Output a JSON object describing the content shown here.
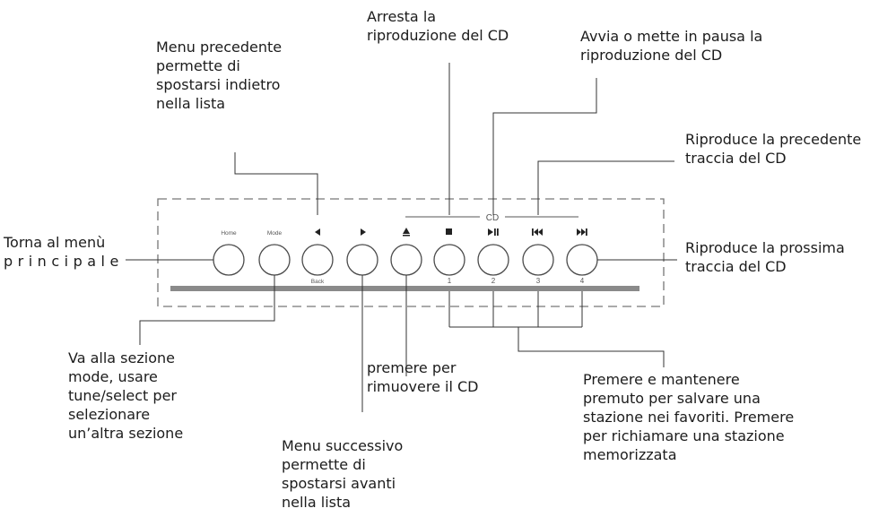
{
  "panel": {
    "cd_label": "CD",
    "buttons": [
      {
        "key": "home",
        "top_label": "Home",
        "bottom_label": ""
      },
      {
        "key": "mode",
        "top_label": "Mode",
        "bottom_label": ""
      },
      {
        "key": "prev",
        "top_icon": "triangle-left-icon",
        "bottom_label": "Back"
      },
      {
        "key": "next",
        "top_icon": "triangle-right-icon",
        "bottom_label": ""
      },
      {
        "key": "eject",
        "top_icon": "eject-icon",
        "bottom_label": ""
      },
      {
        "key": "stop",
        "top_icon": "stop-icon",
        "bottom_label": "1"
      },
      {
        "key": "playpause",
        "top_icon": "play-pause-icon",
        "bottom_label": "2"
      },
      {
        "key": "prevtrack",
        "top_icon": "skip-back-icon",
        "bottom_label": "3"
      },
      {
        "key": "nexttrack",
        "top_icon": "skip-forward-icon",
        "bottom_label": "4"
      }
    ]
  },
  "callouts": {
    "stop": [
      "Arresta la",
      "riproduzione del CD"
    ],
    "play_pause": [
      "Avvia o mette in pausa la",
      "riproduzione del CD"
    ],
    "back_menu": [
      "Menu precedente",
      "permette di",
      "spostarsi indietro",
      "nella lista"
    ],
    "prev_track": [
      "Riproduce la precedente",
      "traccia del CD"
    ],
    "home": [
      "Torna al menù",
      "principale"
    ],
    "next_track": [
      "Riproduce la prossima",
      "traccia del CD"
    ],
    "mode": [
      "Va alla sezione",
      "mode, usare",
      "tune/select per",
      "selezionare",
      "un’altra sezione"
    ],
    "eject": [
      "premere per",
      "rimuovere il CD"
    ],
    "presets": [
      "Premere e mantenere",
      "premuto per salvare una",
      "stazione nei favoriti. Premere",
      "per richiamare  una stazione",
      "memorizzata"
    ],
    "next_menu": [
      "Menu successivo",
      "permette di",
      "spostarsi avanti",
      "nella lista"
    ]
  }
}
